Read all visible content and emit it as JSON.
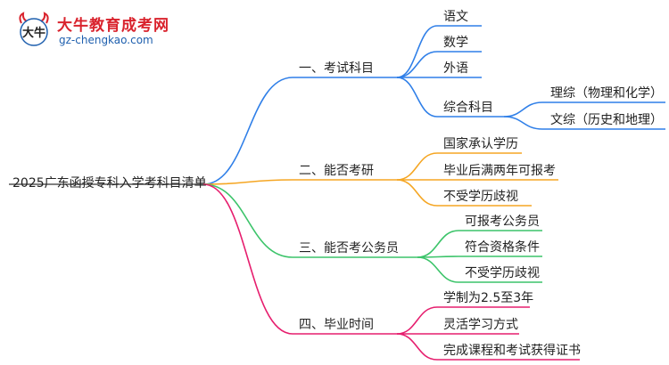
{
  "logo": {
    "title": "大牛教育成考网",
    "url": "gz-chengkao.com",
    "mark_text": "大牛",
    "colors": {
      "red": "#d9232d",
      "blue": "#1e5fae"
    }
  },
  "mindmap": {
    "root": {
      "label": "2025广东函授专科入学考科目清单"
    },
    "branches": [
      {
        "label": "一、考试科目",
        "color": "#2f7fe8",
        "children": [
          {
            "label": "语文"
          },
          {
            "label": "数学"
          },
          {
            "label": "外语"
          },
          {
            "label": "综合科目",
            "children": [
              {
                "label": "理综（物理和化学）"
              },
              {
                "label": "文综（历史和地理）"
              }
            ]
          }
        ]
      },
      {
        "label": "二、能否考研",
        "color": "#f5a623",
        "children": [
          {
            "label": "国家承认学历"
          },
          {
            "label": "毕业后满两年可报考"
          },
          {
            "label": "不受学历歧视"
          }
        ]
      },
      {
        "label": "三、能否考公务员",
        "color": "#3cc46a",
        "children": [
          {
            "label": "可报考公务员"
          },
          {
            "label": "符合资格条件"
          },
          {
            "label": "不受学历歧视"
          }
        ]
      },
      {
        "label": "四、毕业时间",
        "color": "#e61e6e",
        "children": [
          {
            "label": "学制为2.5至3年"
          },
          {
            "label": "灵活学习方式"
          },
          {
            "label": "完成课程和考试获得证书"
          }
        ]
      }
    ]
  }
}
